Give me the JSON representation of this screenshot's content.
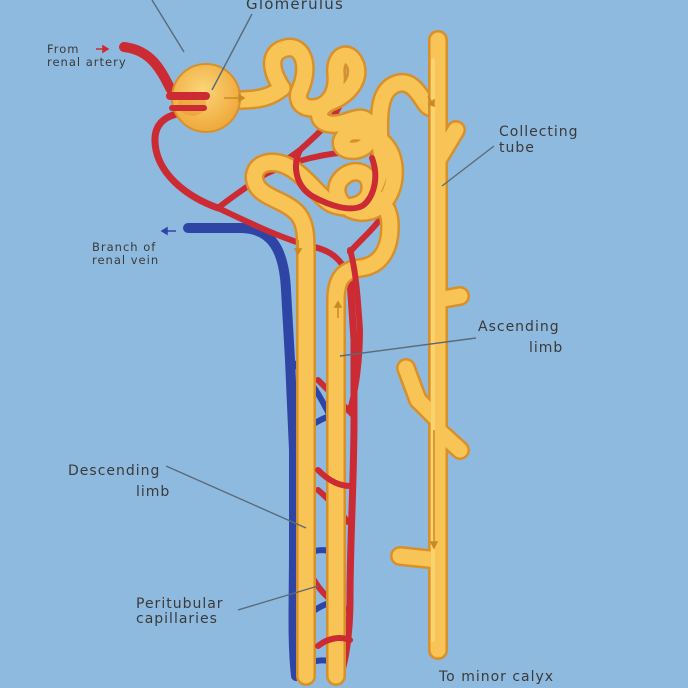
{
  "labels": {
    "glomerulus": "Glomerulus",
    "renal_artery_line1": "From",
    "renal_artery_line2": "renal artery",
    "renal_vein_line1": "Branch of",
    "renal_vein_line2": "renal vein",
    "collecting_line1": "Collecting",
    "collecting_line2": "tube",
    "ascending_line1": "Ascending",
    "ascending_line2": "limb",
    "descending_line1": "Descending",
    "descending_line2": "limb",
    "peritubular_line1": "Peritubular",
    "peritubular_line2": "capillaries",
    "minor_calyx": "To minor calyx"
  },
  "colors": {
    "background": "#8fbadf",
    "tubule": "#f4b23c",
    "tubule_outline": "#d8902a",
    "artery": "#cc2b33",
    "vein": "#2f45a5",
    "leader_line": "#5a6a78",
    "label_text": "#3a3a3a"
  }
}
